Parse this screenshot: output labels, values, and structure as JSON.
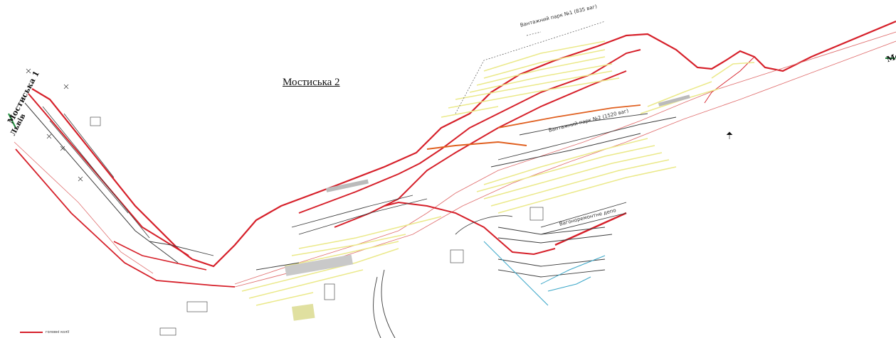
{
  "station": {
    "title": "Мостиська 2",
    "left_station": "Мостиська 1",
    "left_direction": "Львів",
    "right_station_partial": "Меди"
  },
  "park_labels": {
    "upper_park": "Вантажний парк №1 (835 ваг)",
    "middle_park": "Вантажний парк №2 (1520 ваг)",
    "lower_area": "Вагоноремонтне депо"
  },
  "legend": {
    "main_track_label": "головні колії"
  },
  "colors": {
    "main_track": "#d6202a",
    "secondary_track": "#ebe98a",
    "dark_track": "#3c3c3c",
    "thin_red": "#e07070",
    "orange_track": "#e06020",
    "blue_track": "#3aa6c8",
    "green_accent": "#1e8a3c"
  }
}
